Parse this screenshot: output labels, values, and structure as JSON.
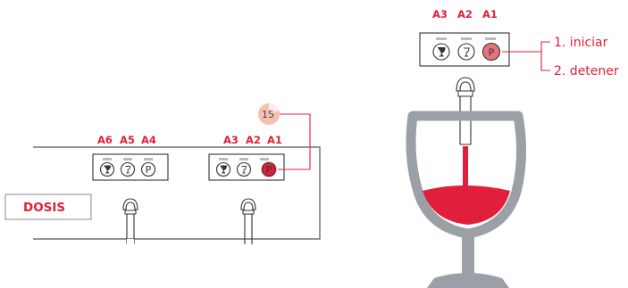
{
  "left_unit": {
    "group1_labels": [
      "A6",
      "A5",
      "A4"
    ],
    "group2_labels": [
      "A3",
      "A2",
      "A1"
    ],
    "dosis_label": "DOSIS",
    "timer_badge": "15",
    "program_symbol": "P"
  },
  "right_unit": {
    "labels": [
      "A3",
      "A2",
      "A1"
    ],
    "program_symbol": "P",
    "steps": [
      "1. iniciar",
      "2. detener"
    ]
  },
  "colors": {
    "accent": "#e0203a",
    "button_active": "#e8707d",
    "wine": "#e0203a",
    "glass": "#9aa0a6",
    "frame": "#555555"
  },
  "icons": [
    "glass-large-icon",
    "glass-small-icon",
    "program-icon",
    "tap-icon",
    "wine-glass-icon"
  ]
}
